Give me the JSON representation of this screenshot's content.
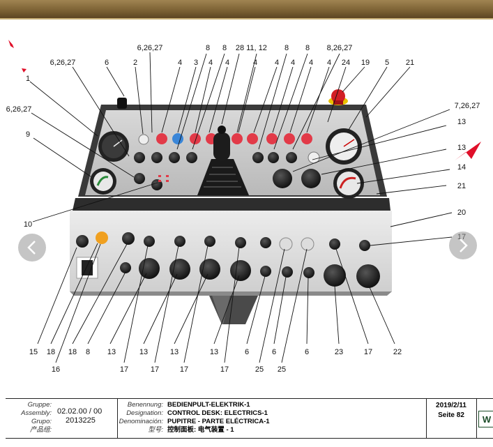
{
  "callouts": [
    {
      "id": "c1",
      "text": "6,26,27"
    },
    {
      "id": "c2",
      "text": "8"
    },
    {
      "id": "c3",
      "text": "8"
    },
    {
      "id": "c4",
      "text": "28"
    },
    {
      "id": "c5",
      "text": "11, 12"
    },
    {
      "id": "c6",
      "text": "8"
    },
    {
      "id": "c7",
      "text": "8"
    },
    {
      "id": "c8",
      "text": "8,26,27"
    },
    {
      "id": "c9",
      "text": "6,26,27"
    },
    {
      "id": "c10",
      "text": "6"
    },
    {
      "id": "c11",
      "text": "2"
    },
    {
      "id": "c12",
      "text": "4"
    },
    {
      "id": "c13",
      "text": "3"
    },
    {
      "id": "c14",
      "text": "4"
    },
    {
      "id": "c15",
      "text": "4"
    },
    {
      "id": "c16",
      "text": "4"
    },
    {
      "id": "c17",
      "text": "4"
    },
    {
      "id": "c18",
      "text": "4"
    },
    {
      "id": "c19",
      "text": "4"
    },
    {
      "id": "c20",
      "text": "4"
    },
    {
      "id": "c21",
      "text": "24"
    },
    {
      "id": "c22",
      "text": "19"
    },
    {
      "id": "c23",
      "text": "5"
    },
    {
      "id": "c24",
      "text": "21"
    },
    {
      "id": "c25",
      "text": "1"
    },
    {
      "id": "c26",
      "text": "6,26,27"
    },
    {
      "id": "c27",
      "text": "9"
    },
    {
      "id": "c28",
      "text": "7,26,27"
    },
    {
      "id": "c29",
      "text": "13"
    },
    {
      "id": "c30",
      "text": "13"
    },
    {
      "id": "c31",
      "text": "14"
    },
    {
      "id": "c32",
      "text": "21"
    },
    {
      "id": "c33",
      "text": "10"
    },
    {
      "id": "c34",
      "text": "20"
    },
    {
      "id": "c35",
      "text": "17"
    },
    {
      "id": "c36",
      "text": "15"
    },
    {
      "id": "c37",
      "text": "18"
    },
    {
      "id": "c38",
      "text": "18"
    },
    {
      "id": "c39",
      "text": "8"
    },
    {
      "id": "c40",
      "text": "13"
    },
    {
      "id": "c41",
      "text": "13"
    },
    {
      "id": "c42",
      "text": "13"
    },
    {
      "id": "c43",
      "text": "13"
    },
    {
      "id": "c44",
      "text": "6"
    },
    {
      "id": "c45",
      "text": "6"
    },
    {
      "id": "c46",
      "text": "6"
    },
    {
      "id": "c47",
      "text": "23"
    },
    {
      "id": "c48",
      "text": "17"
    },
    {
      "id": "c49",
      "text": "22"
    },
    {
      "id": "c50",
      "text": "16"
    },
    {
      "id": "c51",
      "text": "17"
    },
    {
      "id": "c52",
      "text": "17"
    },
    {
      "id": "c53",
      "text": "17"
    },
    {
      "id": "c54",
      "text": "17"
    },
    {
      "id": "c55",
      "text": "25"
    },
    {
      "id": "c56",
      "text": "25"
    }
  ],
  "title_block": {
    "group_label": "Gruppe:",
    "assembly_label": "Assembly:",
    "grupo_label": "Grupo:",
    "cn_group_label": "产品组:",
    "assembly_no": "02.02.00 / 00",
    "grupo_no": "2013225",
    "benennung_label": "Benennung:",
    "designation_label": "Designation:",
    "denominacion_label": "Denominación:",
    "cn_model_label": "型号:",
    "title_de": "BEDIENPULT-ELEKTRIK-1",
    "title_en": "CONTROL DESK: ELECTRICS-1",
    "title_es": "PUPITRE - PARTE ELÉCTRICA-1",
    "title_cn": "控制面板: 电气装置 - 1",
    "date": "2019/2/11",
    "page": "Seite 82",
    "logo": "W"
  },
  "colors": {
    "bar": "#7a6033",
    "red_button": "#e23a48",
    "blue_button": "#3a86d8",
    "amber": "#f0a020",
    "pointer": "#e0102a"
  }
}
